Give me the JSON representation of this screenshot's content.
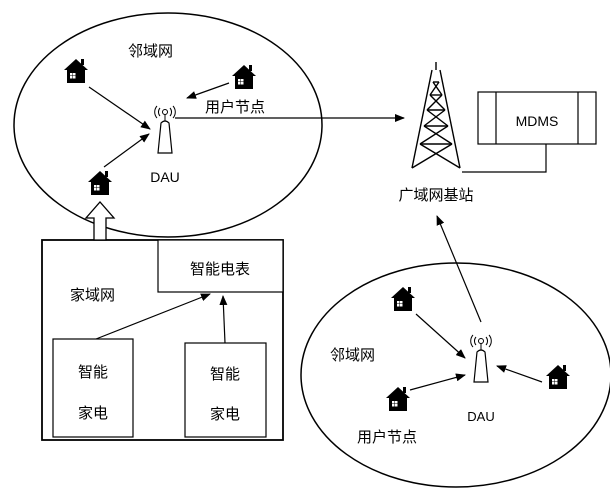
{
  "neighborhood_top": {
    "title": "邻域网",
    "user_node_label": "用户节点",
    "dau_label": "DAU"
  },
  "neighborhood_bottom": {
    "title": "邻域网",
    "user_node_label": "用户节点",
    "dau_label": "DAU"
  },
  "wan": {
    "base_station_label": "广域网基站",
    "mdms_label": "MDMS"
  },
  "home": {
    "title": "家域网",
    "smart_meter_label": "智能电表",
    "appliance_left": [
      "智能",
      "家电"
    ],
    "appliance_right": [
      "智能",
      "家电"
    ]
  }
}
